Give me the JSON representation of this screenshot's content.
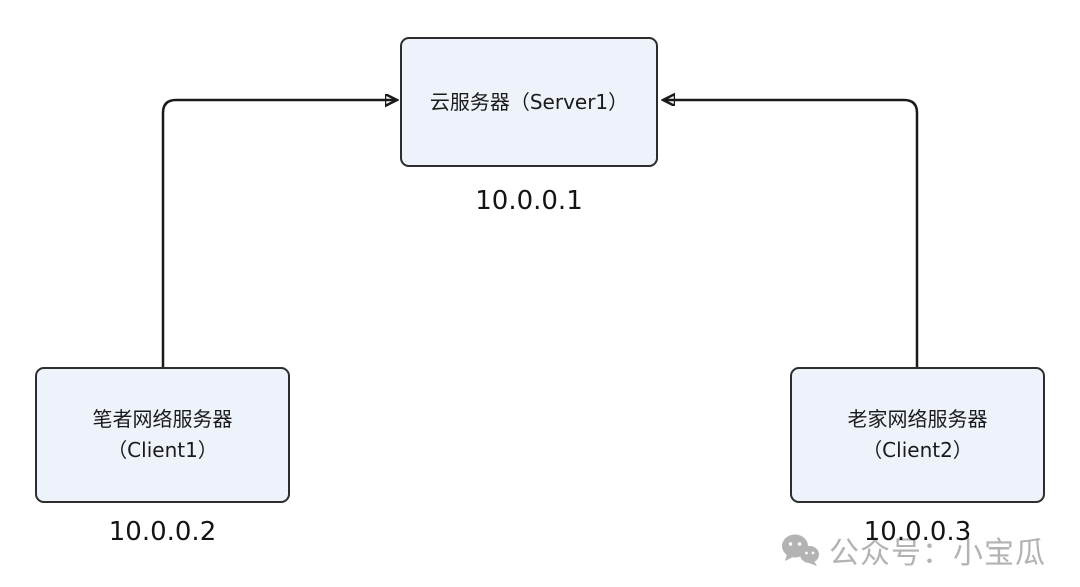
{
  "diagram": {
    "nodes": {
      "server": {
        "label": "云服务器（Server1）",
        "ip": "10.0.0.1"
      },
      "client1": {
        "label_line1": "笔者网络服务器",
        "label_line2": "（Client1）",
        "ip": "10.0.0.2"
      },
      "client2": {
        "label_line1": "老家网络服务器",
        "label_line2": "（Client2）",
        "ip": "10.0.0.3"
      }
    },
    "edges": [
      {
        "from": "client1",
        "to": "server",
        "direction": "up-then-right"
      },
      {
        "from": "client2",
        "to": "server",
        "direction": "up-then-left"
      }
    ],
    "watermark": {
      "text": "公众号：小宝瓜"
    },
    "colors": {
      "node_fill": "#eef3fb",
      "node_border": "#2d2d2d",
      "line": "#1a1a1a",
      "watermark": "#b3b3b3"
    }
  }
}
